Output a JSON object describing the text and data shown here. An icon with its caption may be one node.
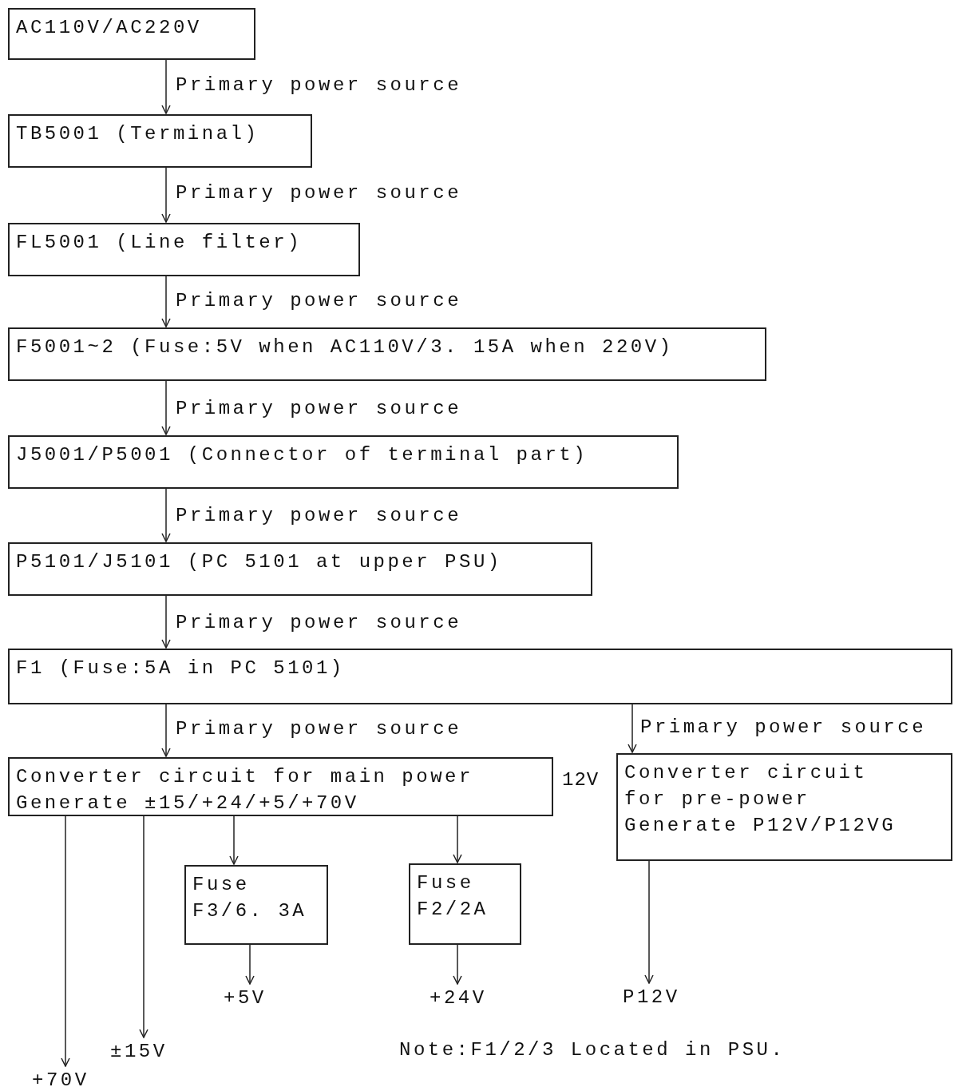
{
  "diagram": {
    "nodes": [
      {
        "text": [
          "AC110V/AC220V"
        ]
      },
      {
        "text": [
          "TB5001 (Terminal)"
        ]
      },
      {
        "text": [
          "FL5001 (Line filter)"
        ]
      },
      {
        "text": [
          "F5001~2 (Fuse:5V when AC110V/3. 15A when 220V)"
        ]
      },
      {
        "text": [
          "J5001/P5001 (Connector of terminal part)"
        ]
      },
      {
        "text": [
          "P5101/J5101 (PC 5101 at upper PSU)"
        ]
      },
      {
        "text": [
          "F1 (Fuse:5A in PC 5101)"
        ]
      },
      {
        "text": [
          "Converter circuit for main power",
          "Generate ±15/+24/+5/+70V"
        ]
      },
      {
        "text": [
          "Converter circuit for pre-power",
          "Generate P12V/P12VG"
        ]
      },
      {
        "text": [
          "Fuse",
          "F3/6. 3A"
        ]
      },
      {
        "text": [
          "Fuse",
          "F2/2A"
        ]
      },
      {
        "text": [
          "+70V"
        ]
      },
      {
        "text": [
          "±15V"
        ]
      },
      {
        "text": [
          "+5V"
        ]
      },
      {
        "text": [
          "+24V"
        ]
      },
      {
        "text": [
          "P12V"
        ]
      }
    ],
    "edges": [
      {
        "from": 0,
        "to": 1,
        "arrow": "to",
        "label": "Primary power source"
      },
      {
        "from": 1,
        "to": 2,
        "arrow": "to",
        "label": "Primary power source"
      },
      {
        "from": 2,
        "to": 3,
        "arrow": "to",
        "label": "Primary power source"
      },
      {
        "from": 3,
        "to": 4,
        "arrow": "to",
        "label": "Primary power source"
      },
      {
        "from": 4,
        "to": 5,
        "arrow": "to",
        "label": "Primary power source"
      },
      {
        "from": 5,
        "to": 6,
        "arrow": "to",
        "label": "Primary power source"
      },
      {
        "from": 6,
        "to": 7,
        "arrow": "to",
        "label": "Primary power source"
      },
      {
        "from": 6,
        "to": 8,
        "arrow": "to",
        "label": "Primary power source"
      },
      {
        "from": 7,
        "to": 11,
        "arrow": "to"
      },
      {
        "from": 7,
        "to": 12,
        "arrow": "to"
      },
      {
        "from": 7,
        "to": 9,
        "arrow": "to"
      },
      {
        "from": 7,
        "to": 10,
        "arrow": "to"
      },
      {
        "from": 9,
        "to": 13,
        "arrow": "to"
      },
      {
        "from": 10,
        "to": 14,
        "arrow": "to"
      },
      {
        "from": 8,
        "to": 15,
        "arrow": "to"
      }
    ],
    "labels": [
      "12V",
      "Note:F1/2/3 Located in PSU."
    ]
  }
}
